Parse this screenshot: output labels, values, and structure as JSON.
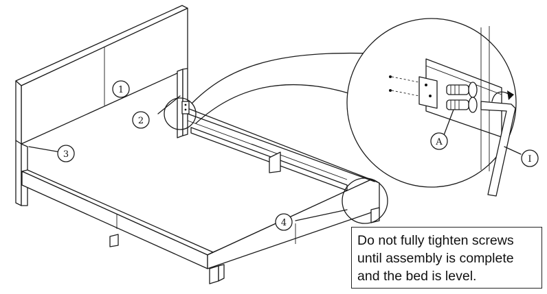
{
  "callouts": {
    "part_1": "1",
    "part_2": "2",
    "part_3": "3",
    "part_4": "4",
    "part_a": "A",
    "tool_i": "I"
  },
  "note": {
    "lines": [
      "Do not fully tighten screws",
      "until assembly is complete",
      "and the bed is level."
    ]
  }
}
